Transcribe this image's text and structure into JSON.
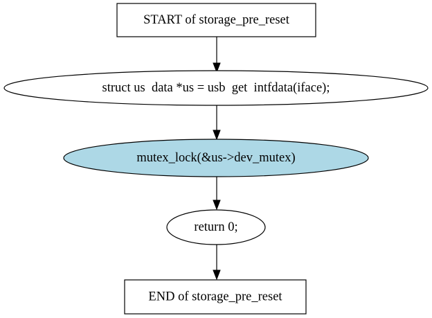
{
  "diagram": {
    "nodes": [
      {
        "id": "start",
        "shape": "box",
        "label": "START of storage_pre_reset",
        "fill": "#ffffff"
      },
      {
        "id": "stmt-us",
        "shape": "ellipse",
        "label": "struct us  data *us = usb  get  intfdata(iface);",
        "fill": "#ffffff"
      },
      {
        "id": "stmt-lock",
        "shape": "ellipse",
        "label": "mutex_lock(&us->dev_mutex)",
        "fill": "#add8e6"
      },
      {
        "id": "stmt-return",
        "shape": "ellipse",
        "label": "return 0;",
        "fill": "#ffffff"
      },
      {
        "id": "end",
        "shape": "box",
        "label": "END of storage_pre_reset",
        "fill": "#ffffff"
      }
    ],
    "edges": [
      {
        "from": "start",
        "to": "stmt-us"
      },
      {
        "from": "stmt-us",
        "to": "stmt-lock"
      },
      {
        "from": "stmt-lock",
        "to": "stmt-return"
      },
      {
        "from": "stmt-return",
        "to": "end"
      }
    ]
  }
}
